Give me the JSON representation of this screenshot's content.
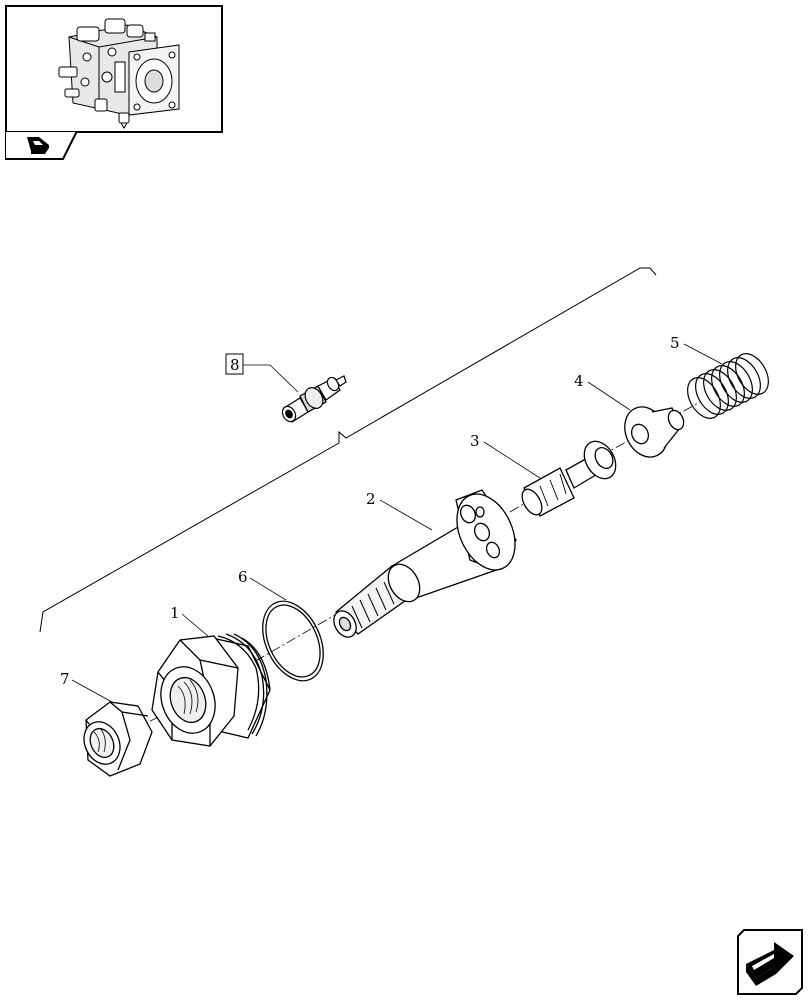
{
  "thumbnail": {
    "icon": "pump-assembly-thumbnail"
  },
  "tab": {
    "icon": "book-icon"
  },
  "callouts": {
    "c1": "1",
    "c2": "2",
    "c3": "3",
    "c4": "4",
    "c5": "5",
    "c6": "6",
    "c7": "7",
    "c8": "8"
  },
  "nav": {
    "icon": "next-page-arrow-icon"
  }
}
